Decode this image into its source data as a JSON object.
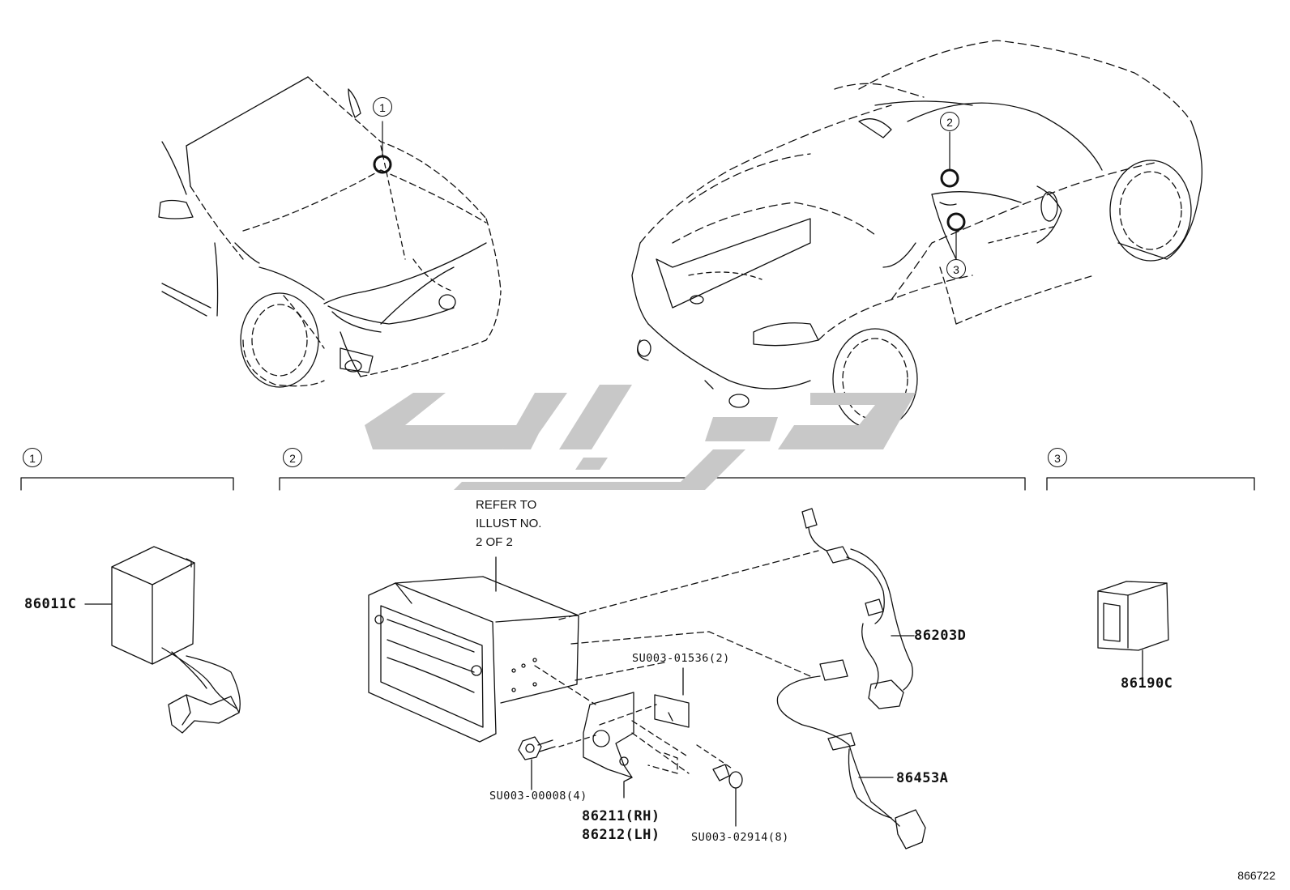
{
  "callouts": {
    "c1": "1",
    "c2": "2",
    "c3": "3"
  },
  "sections": [
    {
      "id": "1"
    },
    {
      "id": "2"
    },
    {
      "id": "3"
    }
  ],
  "note": {
    "line1": "REFER TO",
    "line2": "ILLUST NO.",
    "line3": "2 OF 2"
  },
  "parts": {
    "p86011C": "86011C",
    "p86203D": "86203D",
    "p86190C": "86190C",
    "p86453A": "86453A",
    "su01536": "SU003-01536(2)",
    "su00008": "SU003-00008(4)",
    "p86211": "86211(RH)",
    "p86212": "86212(LH)",
    "su02914": "SU003-02914(8)"
  },
  "figure_number": "866722",
  "colors": {
    "line": "#111111",
    "watermark": "#c8c8c8"
  }
}
